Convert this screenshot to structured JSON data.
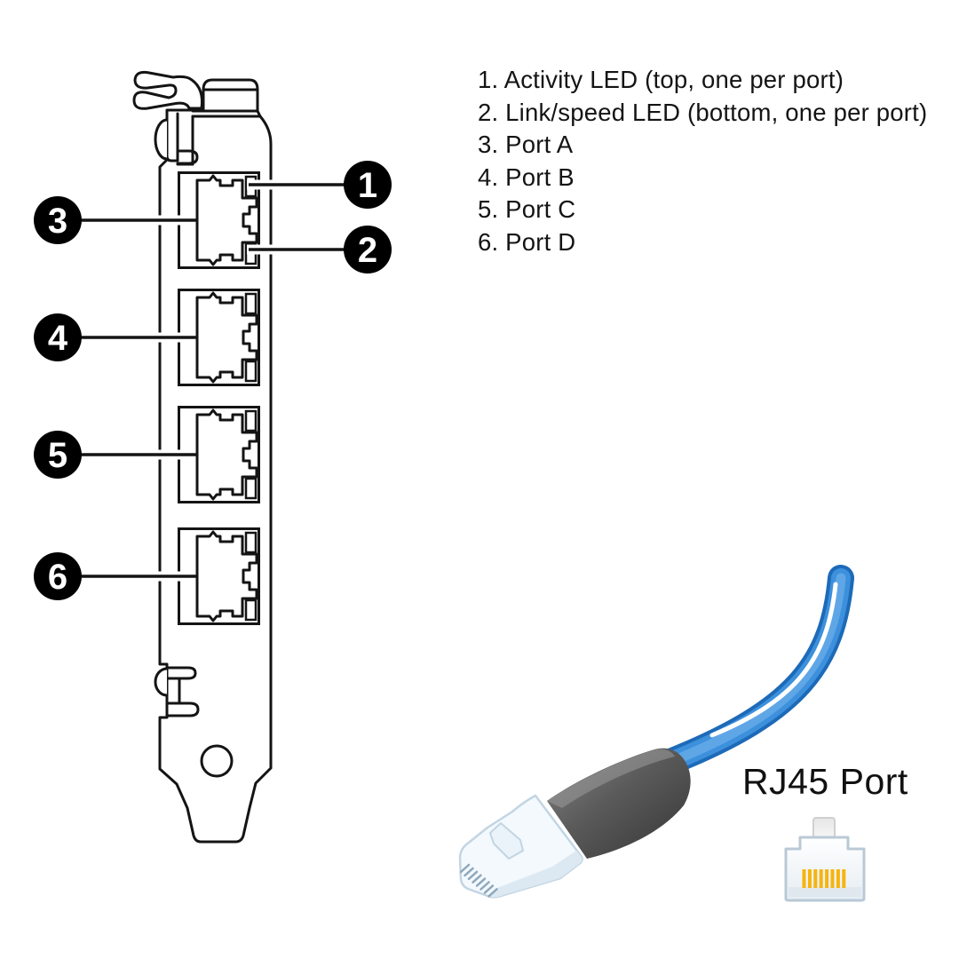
{
  "legend": {
    "items": [
      "1. Activity LED (top, one per port)",
      "2. Link/speed LED (bottom, one per port)",
      "3. Port A",
      "4. Port B",
      "5. Port C",
      "6. Port D"
    ]
  },
  "callouts": [
    "1",
    "2",
    "3",
    "4",
    "5",
    "6"
  ],
  "rj45_label": "RJ45 Port",
  "colors": {
    "line": "#141414",
    "callout_bg": "#000000",
    "callout_text": "#ffffff",
    "cable_blue": "#3d90dc",
    "cable_blue_dark": "#1d6ab8",
    "cable_blue_light": "#5fa6e6",
    "cable_highlight": "#ffffff",
    "boot_gray": "#565656",
    "connector_fill": "#f3f9fd",
    "connector_outline": "#c2d5e3",
    "pin_gold": "#f6b40f",
    "icon_outline": "#b9c9d6"
  }
}
